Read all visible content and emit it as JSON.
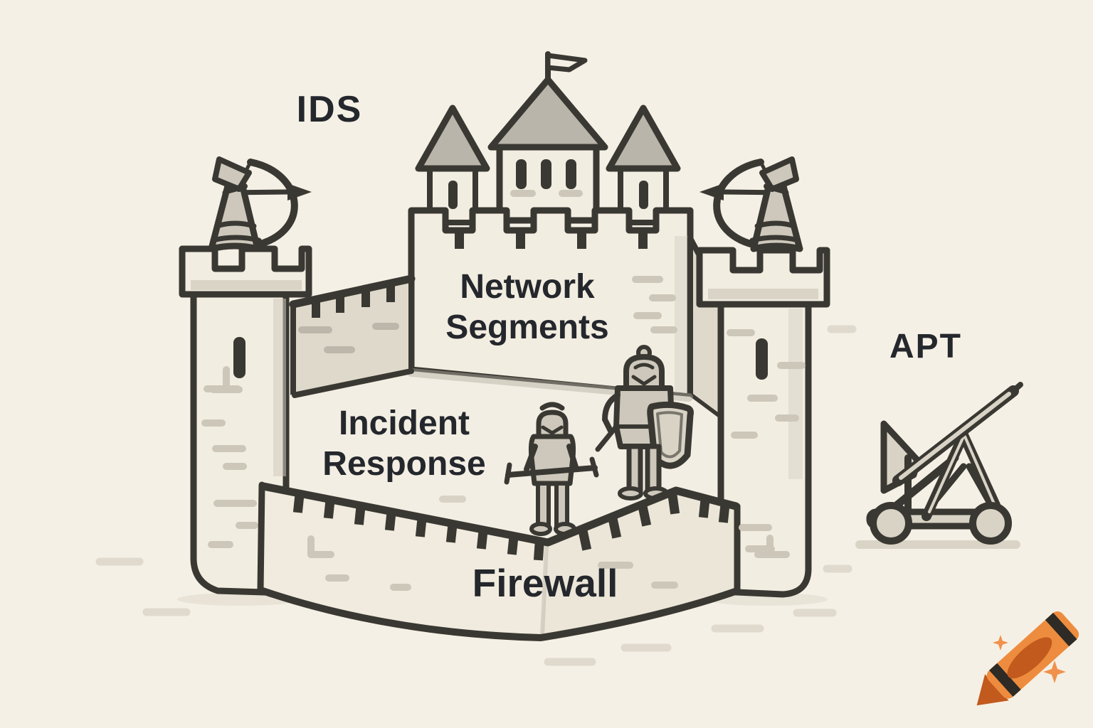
{
  "page": {
    "type": "illustration",
    "theme": "castle-as-cybersecurity-metaphor",
    "background_color": "#F5F0E5",
    "outline_color": "#3A3832",
    "text_color": "#24272C"
  },
  "labels": {
    "ids": "IDS",
    "apt": "APT",
    "network_segments_line1": "Network",
    "network_segments_line2": "Segments",
    "incident_response_line1": "Incident",
    "incident_response_line2": "Response",
    "firewall": "Firewall"
  },
  "icons": [
    {
      "name": "flag-icon"
    },
    {
      "name": "castle-keep-icon"
    },
    {
      "name": "turret-left-icon"
    },
    {
      "name": "turret-right-icon"
    },
    {
      "name": "watchtower-left-icon"
    },
    {
      "name": "watchtower-right-icon"
    },
    {
      "name": "archer-left-icon"
    },
    {
      "name": "archer-right-icon"
    },
    {
      "name": "knight-small-icon"
    },
    {
      "name": "knight-large-icon"
    },
    {
      "name": "shield-icon"
    },
    {
      "name": "catapult-icon"
    },
    {
      "name": "crayon-logo-icon"
    },
    {
      "name": "sparkle-icon"
    }
  ],
  "colors": {
    "wall_light": "#F2EDE1",
    "wall_shaded": "#DFD9CB",
    "roof_gray": "#BAB5AA",
    "figure_gray": "#CDC8BB",
    "brick_dash": "#CCC7B8",
    "ground_dash": "#DFDACD",
    "crayon_orange": "#ED8C3F",
    "crayon_dark_orange": "#C2591D",
    "crayon_stripe": "#2E2A25",
    "sparkle_orange": "#F0914C"
  }
}
